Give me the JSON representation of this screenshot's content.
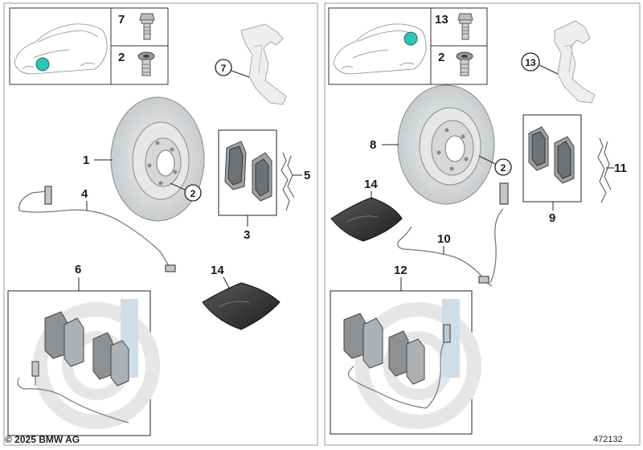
{
  "copyright": "© 2025 BMW AG",
  "document_number": "472132",
  "colors": {
    "locator_dot": "#2ec4b6",
    "part_fill": "#d7d9db",
    "part_stroke": "#555555",
    "watermark_gray": "#e4e4e4",
    "watermark_blue": "#c8d8e8"
  },
  "left_panel": {
    "car_thumb": {
      "icon": "car-outline-icon",
      "locator": "front-axle"
    },
    "bolt_labels": {
      "top": "7",
      "bottom": "2"
    },
    "callouts": {
      "caliper_carrier": "7",
      "disc": "1",
      "disc_bolt": "2",
      "sensor": "4",
      "pads": "3",
      "clip": "5",
      "kit": "6",
      "grease": "14"
    }
  },
  "right_panel": {
    "car_thumb": {
      "icon": "car-outline-icon",
      "locator": "rear-axle"
    },
    "bolt_labels": {
      "top": "13",
      "bottom": "2"
    },
    "callouts": {
      "caliper_carrier": "13",
      "disc": "8",
      "disc_bolt": "2",
      "grease": "14",
      "sensor": "10",
      "pads": "9",
      "clip": "11",
      "kit": "12"
    }
  }
}
